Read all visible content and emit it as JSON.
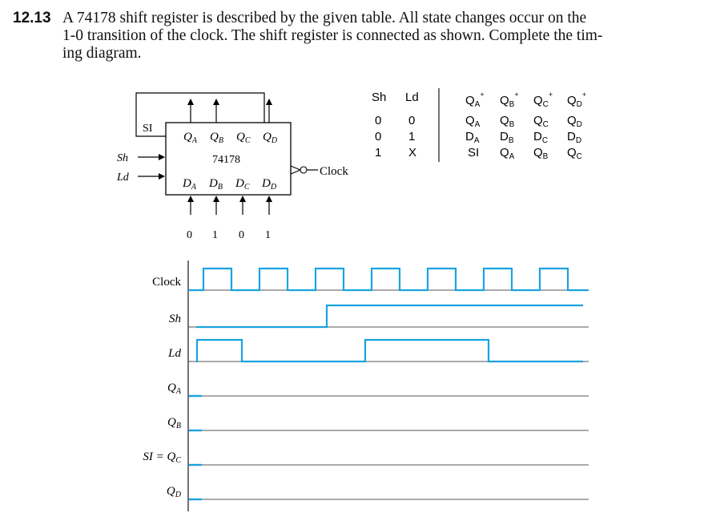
{
  "problem": {
    "number": "12.13",
    "lines": [
      "A 74178 shift register is described by the given table. All state changes occur on the",
      "1-0 transition of the clock. The shift register is connected as shown. Complete the tim-",
      "ing diagram."
    ]
  },
  "circuit": {
    "chip": "74178",
    "si_label": "SI",
    "sh_label": "Sh",
    "ld_label": "Ld",
    "clock_label": "Clock",
    "outputs": [
      "Q",
      "Q",
      "Q",
      "Q"
    ],
    "output_subs": [
      "A",
      "B",
      "C",
      "D"
    ],
    "inputs": [
      "D",
      "D",
      "D",
      "D"
    ],
    "input_subs": [
      "A",
      "B",
      "C",
      "D"
    ],
    "input_values": [
      "0",
      "1",
      "0",
      "1"
    ]
  },
  "table": {
    "headers": [
      "Sh",
      "Ld"
    ],
    "next_headers": [
      {
        "q": "Q",
        "sub": "A",
        "sup": "+"
      },
      {
        "q": "Q",
        "sub": "B",
        "sup": "+"
      },
      {
        "q": "Q",
        "sub": "C",
        "sup": "+"
      },
      {
        "q": "Q",
        "sub": "D",
        "sup": "+"
      }
    ],
    "rows": [
      {
        "sh": "0",
        "ld": "0",
        "cells": [
          {
            "q": "Q",
            "sub": "A"
          },
          {
            "q": "Q",
            "sub": "B"
          },
          {
            "q": "Q",
            "sub": "C"
          },
          {
            "q": "Q",
            "sub": "D"
          }
        ]
      },
      {
        "sh": "0",
        "ld": "1",
        "cells": [
          {
            "q": "D",
            "sub": "A"
          },
          {
            "q": "D",
            "sub": "B"
          },
          {
            "q": "D",
            "sub": "C"
          },
          {
            "q": "D",
            "sub": "D"
          }
        ]
      },
      {
        "sh": "1",
        "ld": "X",
        "cells": [
          {
            "q": "SI",
            "sub": ""
          },
          {
            "q": "Q",
            "sub": "A"
          },
          {
            "q": "Q",
            "sub": "B"
          },
          {
            "q": "Q",
            "sub": "C"
          }
        ]
      }
    ]
  },
  "timing": {
    "signals": [
      {
        "label": "Clock",
        "sub": ""
      },
      {
        "label": "Sh",
        "sub": ""
      },
      {
        "label": "Ld",
        "sub": ""
      },
      {
        "label": "Q",
        "sub": "A"
      },
      {
        "label": "Q",
        "sub": "B"
      },
      {
        "label": "SI = Q",
        "sub": "C"
      },
      {
        "label": "Q",
        "sub": "D"
      }
    ],
    "clock_pulses": 7,
    "sh_rise_after_pulse": 2,
    "ld_high_intervals": [
      [
        0,
        0.8
      ],
      [
        3,
        5.2
      ]
    ],
    "trace_color": "#1aa3e0"
  }
}
